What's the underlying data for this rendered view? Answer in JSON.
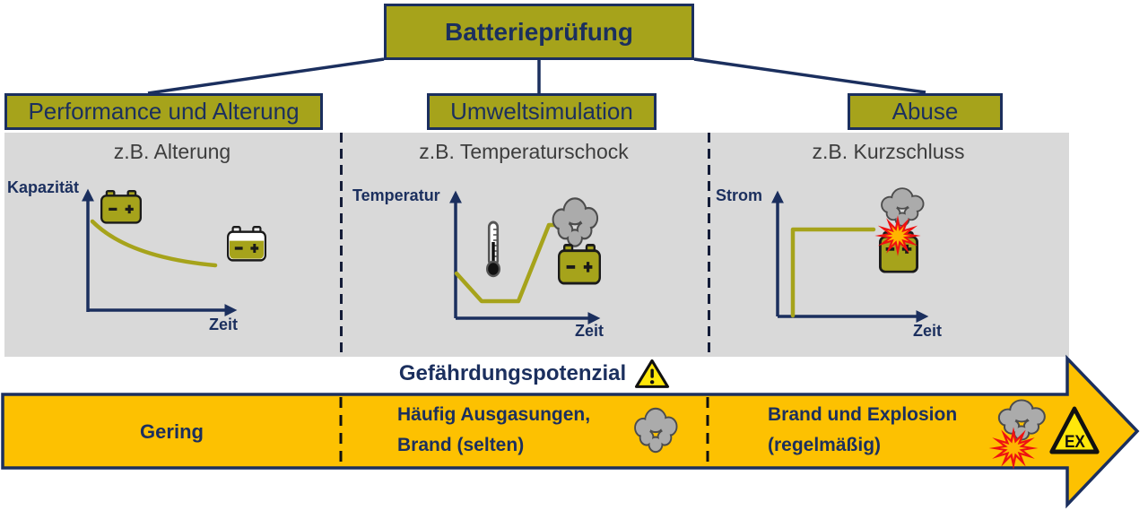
{
  "colors": {
    "navy": "#1b2f5e",
    "olive": "#a6a31b",
    "panel": "#d9d9d9",
    "gold": "#fdc101",
    "warn": "#ffe70a",
    "smoke": "#ababab",
    "smokeline": "#4c4c4c",
    "red": "#ee1111",
    "orange": "#ffb400",
    "ink": "#1a1a1a",
    "titlegray": "#3d3d3d"
  },
  "header": {
    "title": "Batterieprüfung"
  },
  "branches": [
    {
      "label": "Performance und Alterung"
    },
    {
      "label": "Umweltsimulation"
    },
    {
      "label": "Abuse"
    }
  ],
  "panels": [
    {
      "title": "z.B. Alterung",
      "y_label": "Kapazität",
      "x_label": "Zeit"
    },
    {
      "title": "z.B. Temperaturschock",
      "y_label": "Temperatur",
      "x_label": "Zeit"
    },
    {
      "title": "z.B. Kurzschluss",
      "y_label": "Strom",
      "x_label": "Zeit"
    }
  ],
  "hazard": {
    "label": "Gefährdungspotenzial"
  },
  "arrow": {
    "sections": [
      {
        "line1": "Gering",
        "line2": ""
      },
      {
        "line1": "Häufig Ausgasungen,",
        "line2": "Brand (selten)"
      },
      {
        "line1": "Brand und Explosion",
        "line2": "(regelmäßig)"
      }
    ],
    "ex_label": "EX"
  },
  "icons": {
    "battery_full": "battery-full-icon",
    "battery_degraded": "battery-degraded-icon",
    "thermometer": "thermometer-icon",
    "smoke_cloud": "smoke-cloud-icon",
    "explosion": "explosion-icon",
    "warning_triangle": "warning-triangle-icon",
    "ex_triangle": "ex-warning-icon"
  },
  "chart_data": [
    {
      "type": "line",
      "title": "z.B. Alterung",
      "xlabel": "Zeit",
      "ylabel": "Kapazität",
      "series": [
        {
          "name": "Kapazität",
          "trend": "monoton fallend, degressiv abflachend"
        }
      ],
      "annotations": [
        "volle Batterie am Anfang",
        "teilentladene/gealterte Batterie am Ende"
      ]
    },
    {
      "type": "line",
      "title": "z.B. Temperaturschock",
      "xlabel": "Zeit",
      "ylabel": "Temperatur",
      "series": [
        {
          "name": "Temperatur",
          "trend": "Abfall, Tief-Plateau, steiler Anstieg bis Ausgasung (Rauchwolke)"
        }
      ],
      "annotations": [
        "Thermometer",
        "Batterie mit Rauchwolke"
      ]
    },
    {
      "type": "line",
      "title": "z.B. Kurzschluss",
      "xlabel": "Zeit",
      "ylabel": "Strom",
      "series": [
        {
          "name": "Strom",
          "trend": "sprunghafter Anstieg, konstant hoch bis Brand/Explosion"
        }
      ],
      "annotations": [
        "Batterie mit Explosion und Rauchwolke"
      ]
    }
  ]
}
